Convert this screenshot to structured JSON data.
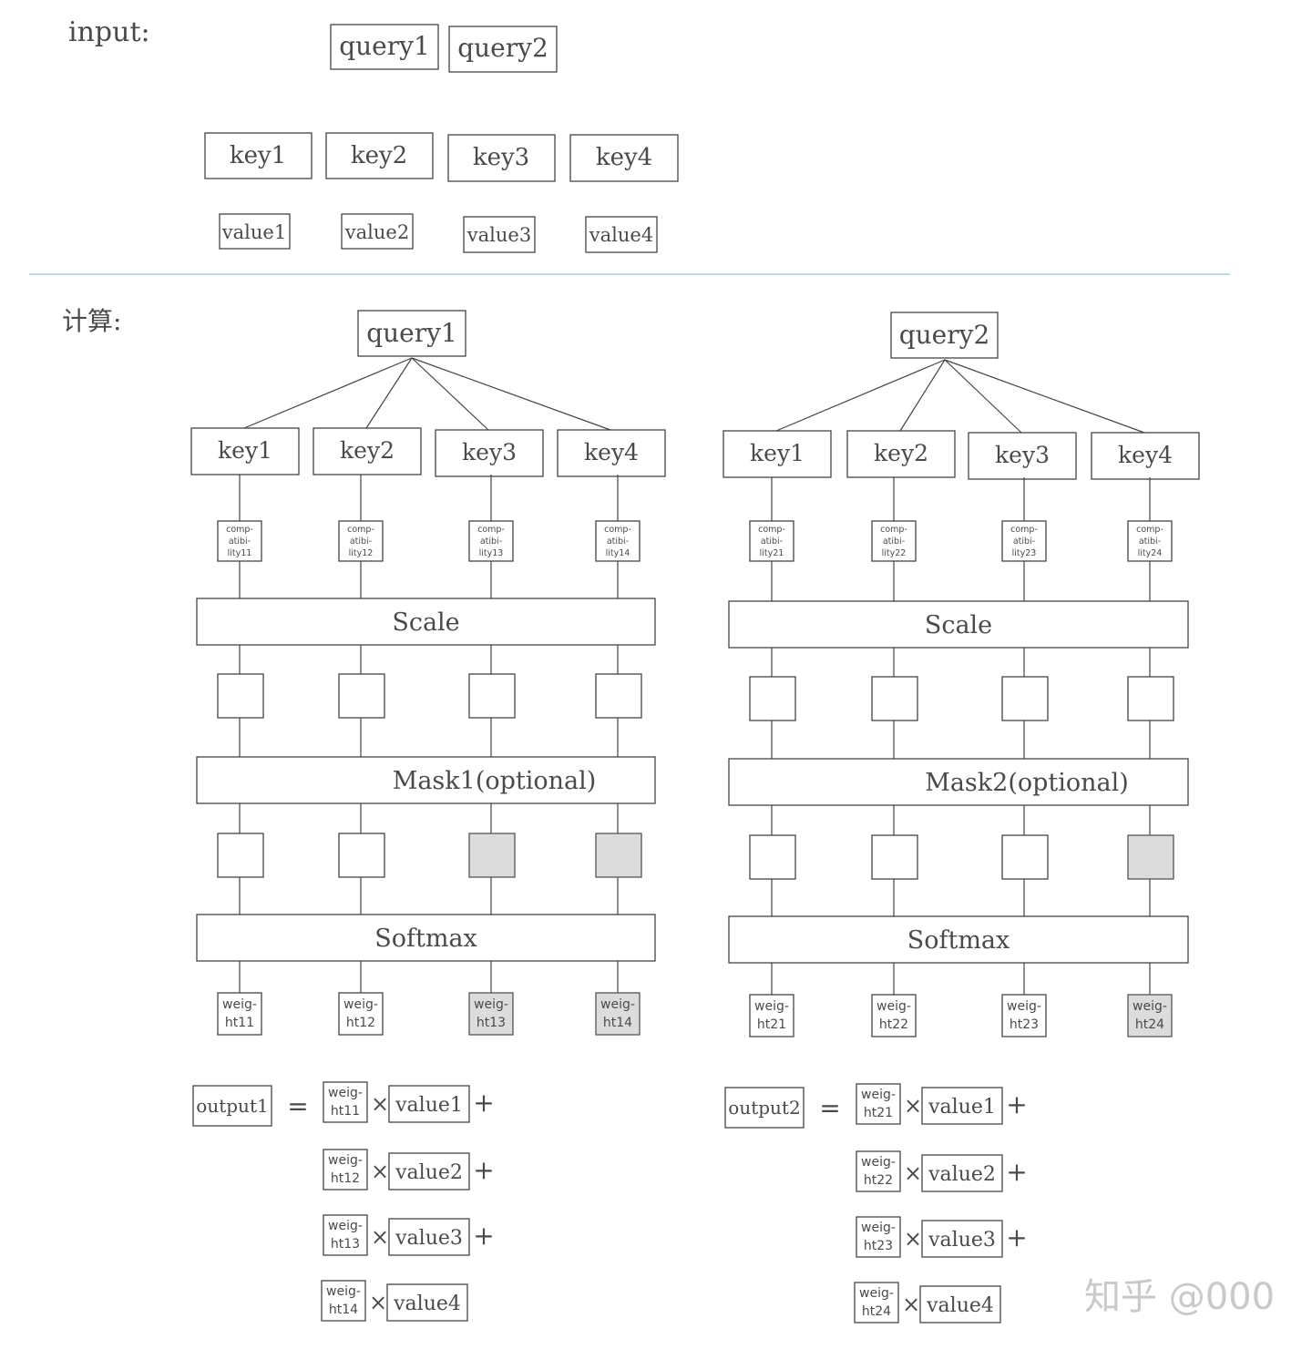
{
  "input_label": "input:",
  "compute_label": "计算:",
  "inputs": {
    "queries": [
      "query1",
      "query2"
    ],
    "keys": [
      "key1",
      "key2",
      "key3",
      "key4"
    ],
    "values": [
      "value1",
      "value2",
      "value3",
      "value4"
    ]
  },
  "panels": [
    {
      "query": "query1",
      "keys": [
        "key1",
        "key2",
        "key3",
        "key4"
      ],
      "compat": [
        [
          "comp-",
          "atibi-",
          "lity11"
        ],
        [
          "comp-",
          "atibi-",
          "lity12"
        ],
        [
          "comp-",
          "atibi-",
          "lity13"
        ],
        [
          "comp-",
          "atibi-",
          "lity14"
        ]
      ],
      "scale": "Scale",
      "mask": "Mask1(optional)",
      "masked": [
        false,
        false,
        true,
        true
      ],
      "softmax": "Softmax",
      "weights": [
        [
          "weig-",
          "ht11"
        ],
        [
          "weig-",
          "ht12"
        ],
        [
          "weig-",
          "ht13"
        ],
        [
          "weig-",
          "ht14"
        ]
      ],
      "output": "output1",
      "terms": [
        {
          "w": [
            "weig-",
            "ht11"
          ],
          "v": "value1",
          "op": "+"
        },
        {
          "w": [
            "weig-",
            "ht12"
          ],
          "v": "value2",
          "op": "+"
        },
        {
          "w": [
            "weig-",
            "ht13"
          ],
          "v": "value3",
          "op": "+"
        },
        {
          "w": [
            "weig-",
            "ht14"
          ],
          "v": "value4",
          "op": ""
        }
      ]
    },
    {
      "query": "query2",
      "keys": [
        "key1",
        "key2",
        "key3",
        "key4"
      ],
      "compat": [
        [
          "comp-",
          "atibi-",
          "lity21"
        ],
        [
          "comp-",
          "atibi-",
          "lity22"
        ],
        [
          "comp-",
          "atibi-",
          "lity23"
        ],
        [
          "comp-",
          "atibi-",
          "lity24"
        ]
      ],
      "scale": "Scale",
      "mask": "Mask2(optional)",
      "masked": [
        false,
        false,
        false,
        true
      ],
      "softmax": "Softmax",
      "weights": [
        [
          "weig-",
          "ht21"
        ],
        [
          "weig-",
          "ht22"
        ],
        [
          "weig-",
          "ht23"
        ],
        [
          "weig-",
          "ht24"
        ]
      ],
      "output": "output2",
      "terms": [
        {
          "w": [
            "weig-",
            "ht21"
          ],
          "v": "value1",
          "op": "+"
        },
        {
          "w": [
            "weig-",
            "ht22"
          ],
          "v": "value2",
          "op": "+"
        },
        {
          "w": [
            "weig-",
            "ht23"
          ],
          "v": "value3",
          "op": "+"
        },
        {
          "w": [
            "weig-",
            "ht24"
          ],
          "v": "value4",
          "op": ""
        }
      ]
    }
  ],
  "equals": "=",
  "times": "×",
  "watermark": "知乎 @000",
  "colors": {
    "divider": "#9fd3ea",
    "masked_fill": "#dcdcdc",
    "ink": "#444444"
  }
}
